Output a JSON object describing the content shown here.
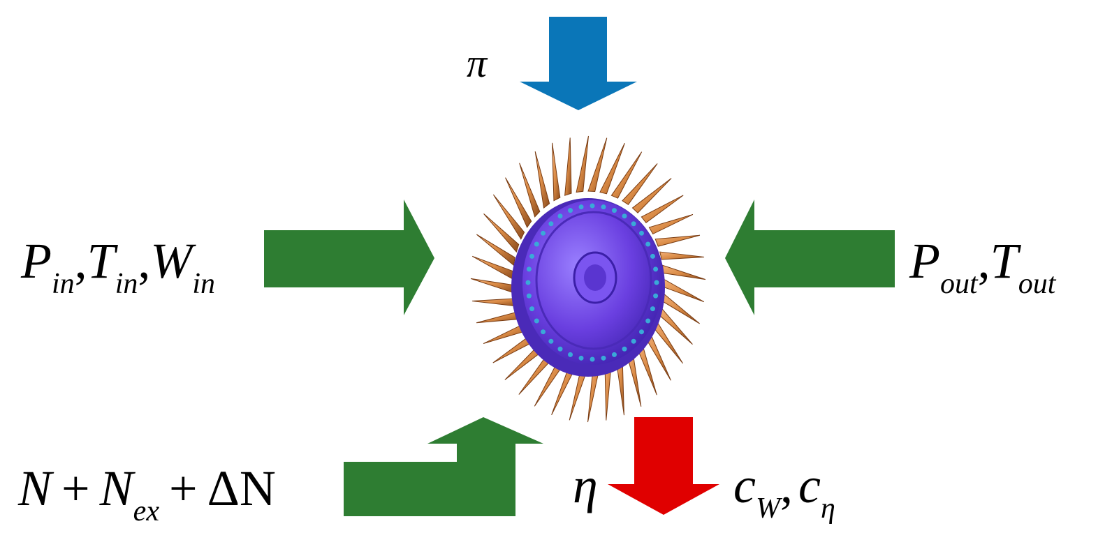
{
  "labels": {
    "top_symbol": "π",
    "inputs_left": {
      "p": "P",
      "p_sub": "in",
      "t": "T",
      "t_sub": "in",
      "w": "W",
      "w_sub": "in",
      "sep": ","
    },
    "inputs_right": {
      "p": "P",
      "p_sub": "out",
      "t": "T",
      "t_sub": "out",
      "sep": ","
    },
    "speed": {
      "n1": "N",
      "plus": "+",
      "n2": "N",
      "n2_sub": "ex",
      "delta": "ΔN"
    },
    "efficiency": "η",
    "coefficients": {
      "c1": "c",
      "c1_sub": "W",
      "sep": ",",
      "c2": "c",
      "c2_sub": "η"
    }
  },
  "colors": {
    "top_arrow": "#0a76b8",
    "side_arrows": "#2e7d32",
    "bottom_arrow": "#e00000",
    "disk": "#6a3fe0",
    "blades": "#d98a45"
  },
  "icons": {
    "center": "turbine-rotor-icon"
  }
}
